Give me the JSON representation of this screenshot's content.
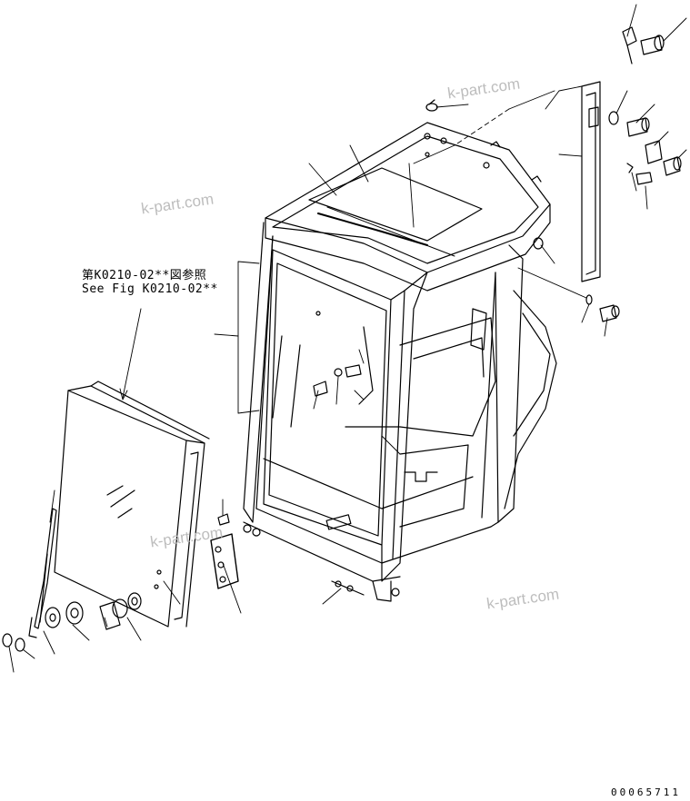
{
  "reference": {
    "line_jp": "第K0210-02**図参照",
    "line_en": "See Fig K0210-02**"
  },
  "watermark": "k-part.com",
  "document_number": "00065711"
}
